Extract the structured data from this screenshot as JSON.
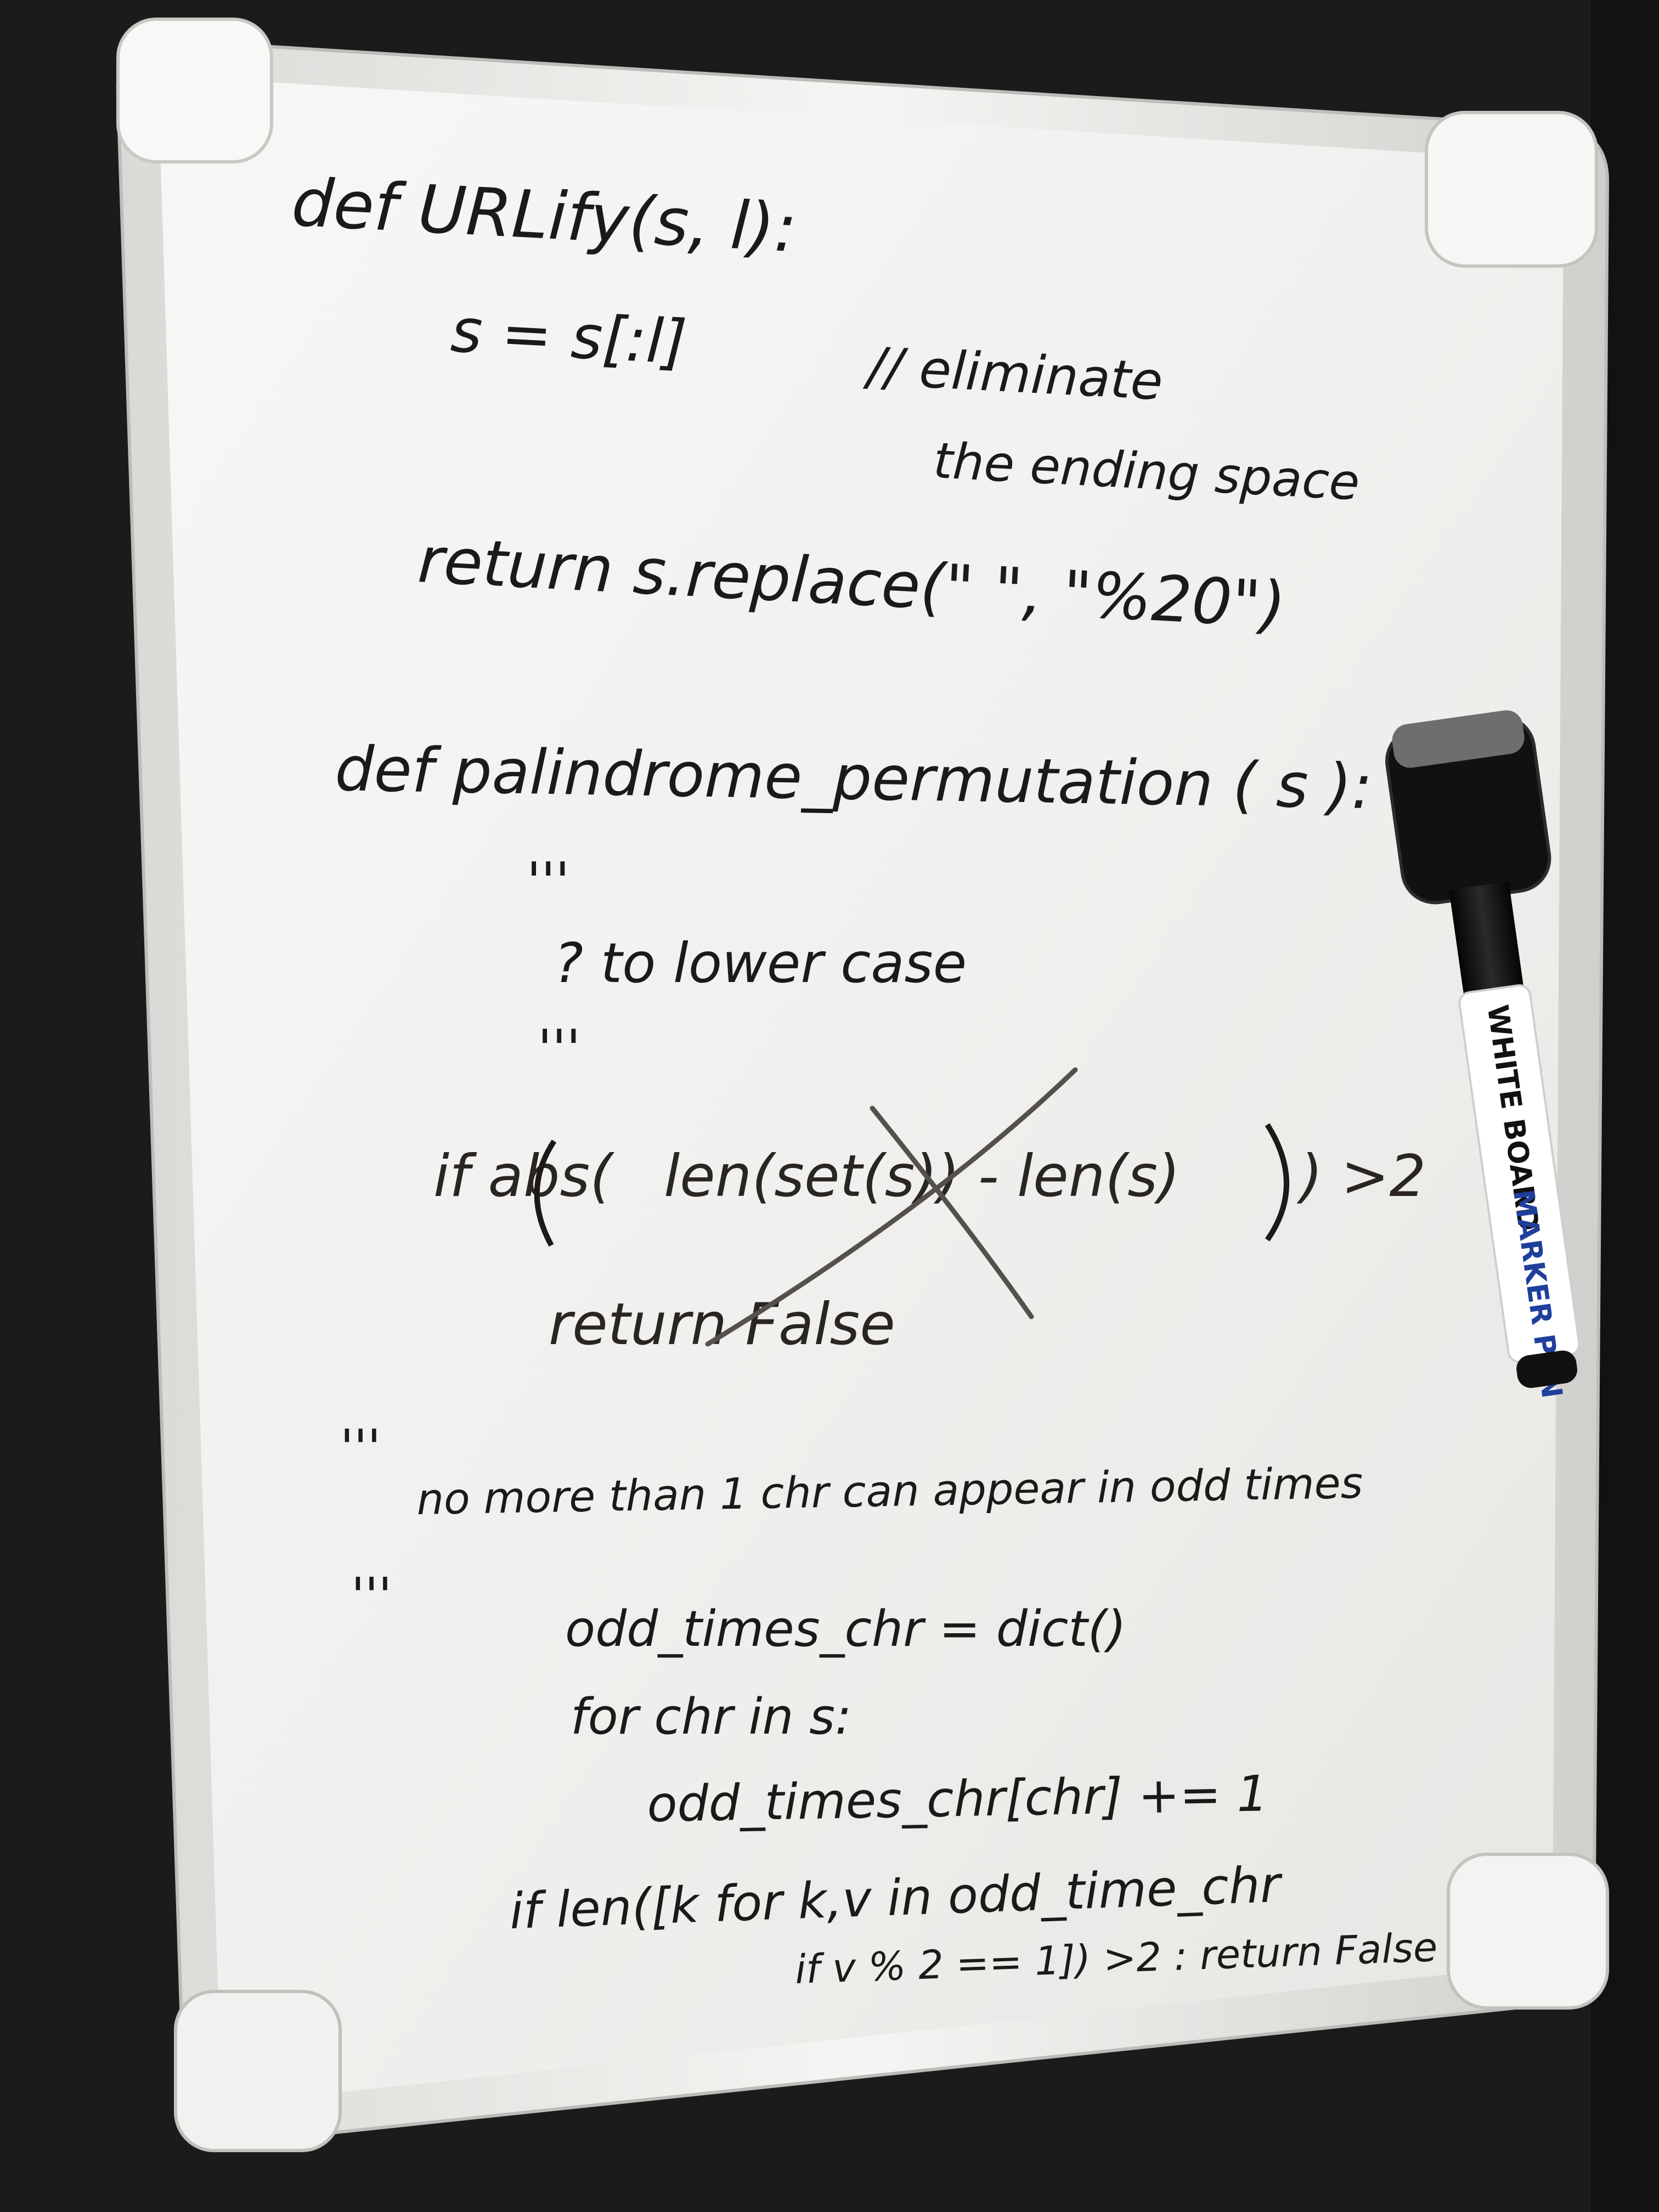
{
  "scene": {
    "description_free_note": "",
    "board": {
      "lines": {
        "l1": "def URLify(s, l):",
        "l2": "s = s[:l]",
        "l3": "// eliminate",
        "l4": "the ending space",
        "l5": "return  s.replace(\"  \", \"%20\")",
        "l6": "def palindrome_permutation ( s ):",
        "l7": "'''",
        "l8": "? to lower case",
        "l9": "'''",
        "l10a": "if abs(",
        "l10b": "len(set(s)) - len(s)",
        "l10c": ") >2",
        "l11": "return False",
        "l12q": "'''",
        "l12": "no more than 1 chr can appear in odd times",
        "l13": "'''",
        "l14": "odd_times_chr = dict()",
        "l15": "for chr in s:",
        "l16": "odd_times_chr[chr] += 1",
        "l17": "if len([k for k,v in odd_time_chr",
        "l18": "if v % 2 == 1]) >2 : return False"
      },
      "colors": {
        "board": "#f2f2f0",
        "frame": "#e8e8e6",
        "ink": "#1c1a18",
        "background": "#1a1a1a"
      }
    },
    "marker": {
      "label_line1": "WHITE BOARD",
      "label_line2": "MARKER PEN",
      "colors": {
        "barrel": "#111111",
        "label": "#ffffff",
        "accent": "#1f3f9c"
      }
    }
  }
}
